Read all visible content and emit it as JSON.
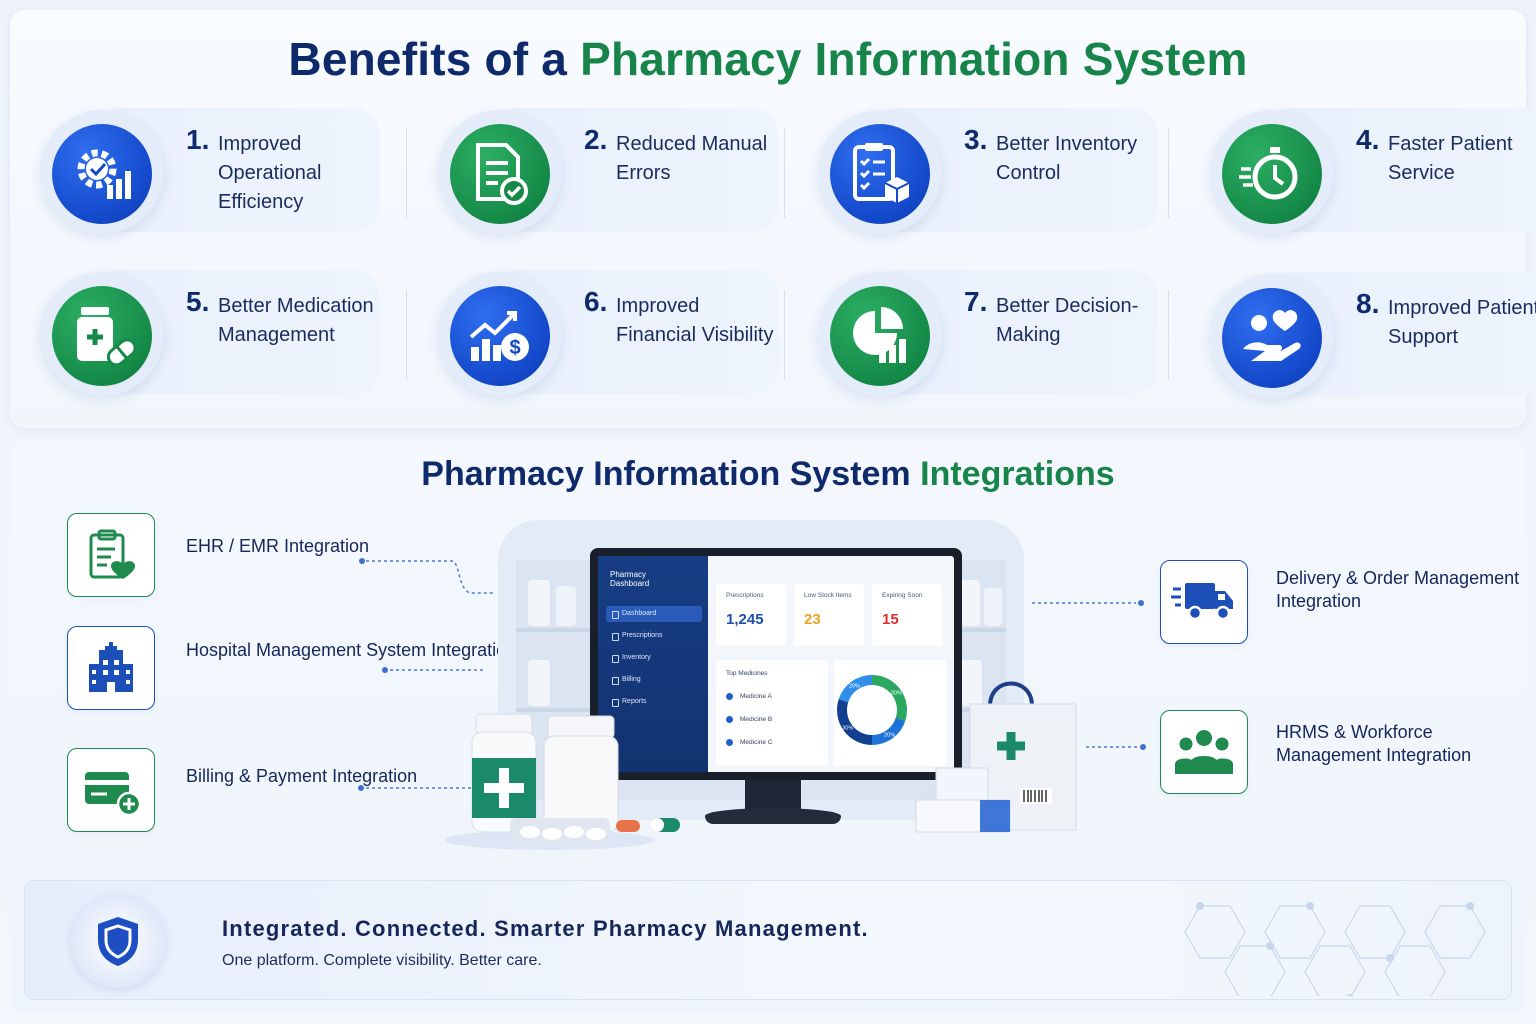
{
  "title": {
    "part1": "Benefits of a",
    "part2": "Pharmacy Information System"
  },
  "benefits": [
    {
      "num": "1.",
      "label": "Improved Operational Efficiency",
      "icon": "gear-chart-icon",
      "color": "blue"
    },
    {
      "num": "2.",
      "label": "Reduced Manual Errors",
      "icon": "document-check-icon",
      "color": "green"
    },
    {
      "num": "3.",
      "label": "Better Inventory Control",
      "icon": "clipboard-box-icon",
      "color": "blue"
    },
    {
      "num": "4.",
      "label": "Faster Patient Service",
      "icon": "stopwatch-icon",
      "color": "green"
    },
    {
      "num": "5.",
      "label": "Better Medication Management",
      "icon": "medicine-bottle-icon",
      "color": "green"
    },
    {
      "num": "6.",
      "label": "Improved Financial Visibility",
      "icon": "dollar-growth-icon",
      "color": "blue"
    },
    {
      "num": "7.",
      "label": "Better Decision-Making",
      "icon": "pie-chart-icon",
      "color": "green"
    },
    {
      "num": "8.",
      "label": "Improved Patient Support",
      "icon": "hand-heart-icon",
      "color": "blue"
    }
  ],
  "integrations_title": {
    "part1": "Pharmacy Information System",
    "part2": "Integrations"
  },
  "integrations": [
    {
      "label": "EHR / EMR Integration",
      "icon": "clipboard-heart-icon"
    },
    {
      "label": "Hospital Management System Integration",
      "icon": "hospital-icon"
    },
    {
      "label": "Billing & Payment Integration",
      "icon": "credit-card-icon"
    },
    {
      "label": "Delivery & Order Management Integration",
      "icon": "delivery-truck-icon"
    },
    {
      "label": "HRMS & Workforce Management Integration",
      "icon": "people-group-icon"
    }
  ],
  "dashboard": {
    "brand": "Pharmacy Dashboard",
    "nav": [
      "Dashboard",
      "Prescriptions",
      "Inventory",
      "Billing",
      "Reports"
    ],
    "stats": [
      {
        "label": "Prescriptions",
        "value": "1,245",
        "color": "#1e4fb0"
      },
      {
        "label": "Low Stock Items",
        "value": "23",
        "color": "#e8a321"
      },
      {
        "label": "Expiring Soon",
        "value": "15",
        "color": "#d9302f"
      }
    ],
    "top_medicines_title": "Top Medicines",
    "top_medicines": [
      "Medicine A",
      "Medicine B",
      "Medicine C"
    ],
    "donut": [
      {
        "label": "30%",
        "value": 30,
        "color": "#2aa860"
      },
      {
        "label": "20%",
        "value": 20,
        "color": "#1e73d8"
      },
      {
        "label": "30%",
        "value": 30,
        "color": "#123f8f"
      },
      {
        "label": "20%",
        "value": 20,
        "color": "#2f8ee8"
      }
    ]
  },
  "footer": {
    "tagline": "Integrated. Connected. Smarter Pharmacy Management.",
    "subtagline": "One platform. Complete visibility. Better care."
  },
  "colors": {
    "navy": "#0f2a6b",
    "green": "#17844a",
    "blue": "#1348c9"
  }
}
